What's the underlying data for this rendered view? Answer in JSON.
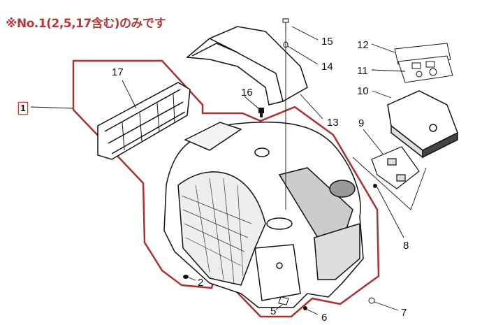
{
  "note": "※No.1(2,5,17含む)のみです",
  "accent_color": "#b03a3a",
  "callouts": {
    "p1": "1",
    "p2": "2",
    "p5": "5",
    "p6": "6",
    "p7": "7",
    "p8": "8",
    "p9": "9",
    "p10": "10",
    "p11": "11",
    "p12": "12",
    "p13": "13",
    "p14": "14",
    "p15": "15",
    "p16": "16",
    "p17": "17"
  }
}
